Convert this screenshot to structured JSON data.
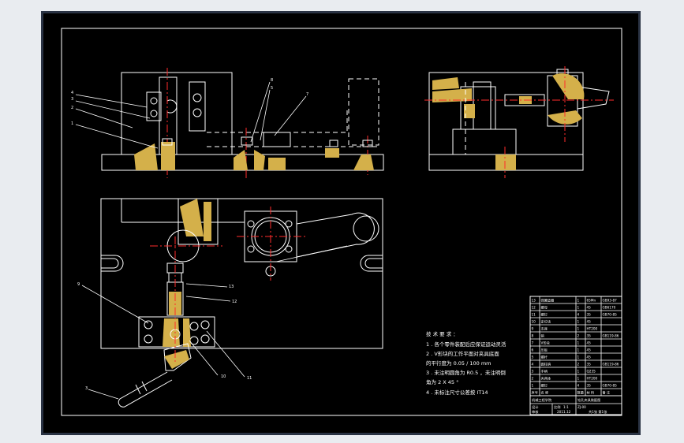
{
  "colors": {
    "frame_bg": "#2a3344",
    "paper": "#000000",
    "line": "#ffffff",
    "center_line": "#ff2b2b",
    "hatch": "#d4b04a"
  },
  "callouts": {
    "c1": "1",
    "c2": "2",
    "c3": "3",
    "c4": "4",
    "c5": "5",
    "c6": "6",
    "c7": "7",
    "c8": "8",
    "c9": "9",
    "c10": "10",
    "c11": "11",
    "c12": "12",
    "c13": "13"
  },
  "tech_notes": {
    "heading": "技 术 要 求 ：",
    "line1": "1 .  各个零件装配后应保证运动灵活",
    "line2": "2 .  V形块的工作平面对夹具底面",
    "line3": "的平行度为 0.05 / 100 mm",
    "line4": "3 .  未注明圆角为 R0.5 ，未注明倒",
    "line5": "角为 2 X 45 °",
    "line6": "4 .  未标注尺寸公差按 IT14"
  },
  "title_block": {
    "rows": [
      [
        "13",
        "弹簧垫圈",
        "1",
        "65Mn",
        "GB93-87"
      ],
      [
        "12",
        "螺母",
        "1",
        "45",
        "GB6170"
      ],
      [
        "11",
        "螺钉",
        "4",
        "35",
        "GB70-85"
      ],
      [
        "10",
        "定位块",
        "1",
        "45",
        ""
      ],
      [
        "9",
        "支座",
        "1",
        "HT200",
        ""
      ],
      [
        "8",
        "销",
        "2",
        "35",
        "GB119-86"
      ],
      [
        "7",
        "V形块",
        "1",
        "45",
        ""
      ],
      [
        "6",
        "压板",
        "1",
        "45",
        ""
      ],
      [
        "5",
        "螺杆",
        "1",
        "45",
        ""
      ],
      [
        "4",
        "圆柱销",
        "2",
        "35",
        "GB119-86"
      ],
      [
        "3",
        "手柄",
        "1",
        "Q235",
        ""
      ],
      [
        "2",
        "夹具体",
        "1",
        "HT200",
        ""
      ],
      [
        "1",
        "螺钉",
        "4",
        "35",
        "GB70-85"
      ],
      [
        "序号",
        "名  称",
        "数量",
        "材 料",
        "备 注"
      ]
    ],
    "drawing_title": "钻孔夹具装配图",
    "scale_label": "比例",
    "scale": "1:1",
    "designer_label": "设计",
    "checker_label": "审核",
    "date": "2011.12",
    "sheet": "共1张 第1张",
    "school": "机械工程学院",
    "code": "ZJ-00"
  }
}
